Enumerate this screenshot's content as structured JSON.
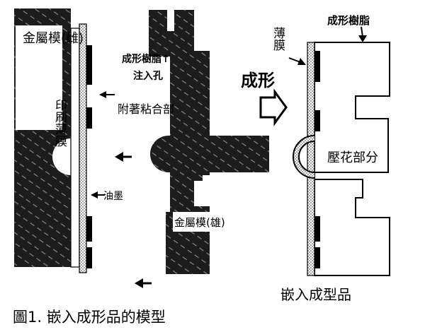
{
  "caption": "圖1. 嵌入成形品的模型",
  "labels": {
    "metal_mold_left": "金屬模(雌)",
    "printed_film": "印刷薄膜",
    "adhesive": "附著粘合部",
    "ink": "油墨",
    "resin_inlet": "成形樹脂↑",
    "inlet_hole": "注入孔",
    "metal_mold_right": "金屬模(雄)",
    "forming": "成形",
    "thin_film": "薄膜",
    "resin_top": "成形樹脂",
    "emboss": "壓花部分",
    "product": "嵌入成型品"
  },
  "colors": {
    "mold": "#202020",
    "hatch": "#8a8a8a",
    "film_dots": "#6a6a6a"
  }
}
